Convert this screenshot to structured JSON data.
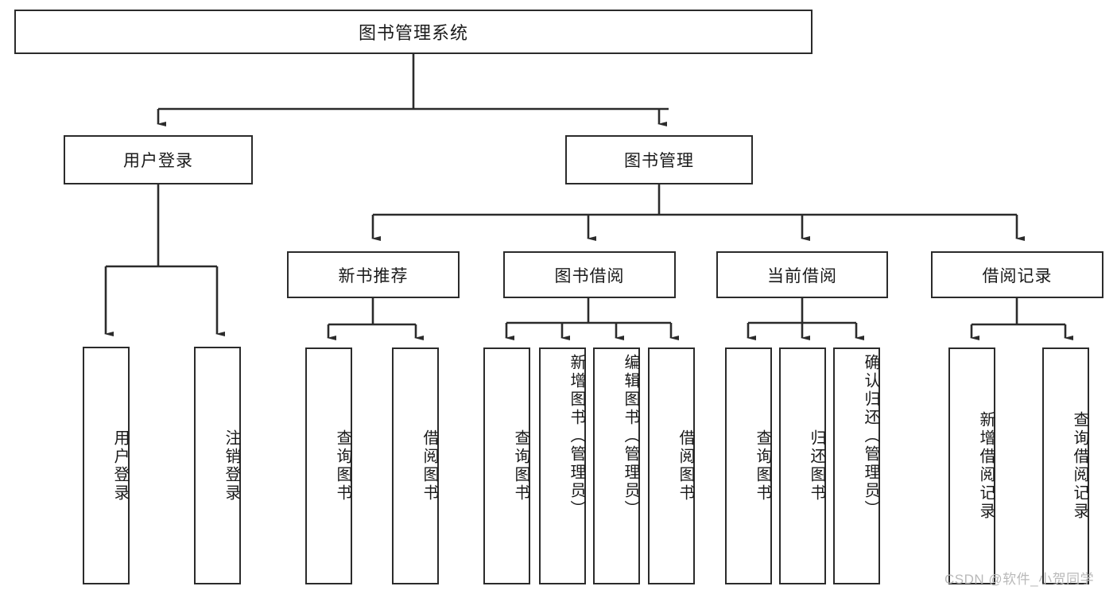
{
  "diagram": {
    "type": "tree-hierarchy",
    "title": "图书管理系统",
    "watermark": "CSDN @软件_小贺同学",
    "colors": {
      "box_border": "#2b2b2b",
      "box_fill": "#ffffff",
      "connector": "#2b2b2b",
      "watermark": "#b9b9b9",
      "background": "#ffffff"
    },
    "root": {
      "label": "图书管理系统"
    },
    "level2": [
      {
        "label": "用户登录"
      },
      {
        "label": "图书管理"
      }
    ],
    "level3": [
      {
        "label": "新书推荐"
      },
      {
        "label": "图书借阅"
      },
      {
        "label": "当前借阅"
      },
      {
        "label": "借阅记录"
      }
    ],
    "leaves": {
      "user_login": [
        {
          "label": "用户登录"
        },
        {
          "label": "注销登录"
        }
      ],
      "new_book_recommend": [
        {
          "label": "查询图书"
        },
        {
          "label": "借阅图书"
        }
      ],
      "book_borrow": [
        {
          "label": "查询图书"
        },
        {
          "label": "新增图书（管理员）"
        },
        {
          "label": "编辑图书（管理员）"
        },
        {
          "label": "借阅图书"
        }
      ],
      "current_borrow": [
        {
          "label": "查询图书"
        },
        {
          "label": "归还图书"
        },
        {
          "label": "确认归还（管理员）"
        }
      ],
      "borrow_record": [
        {
          "label": "新增借阅记录"
        },
        {
          "label": "查询借阅记录"
        }
      ]
    }
  }
}
